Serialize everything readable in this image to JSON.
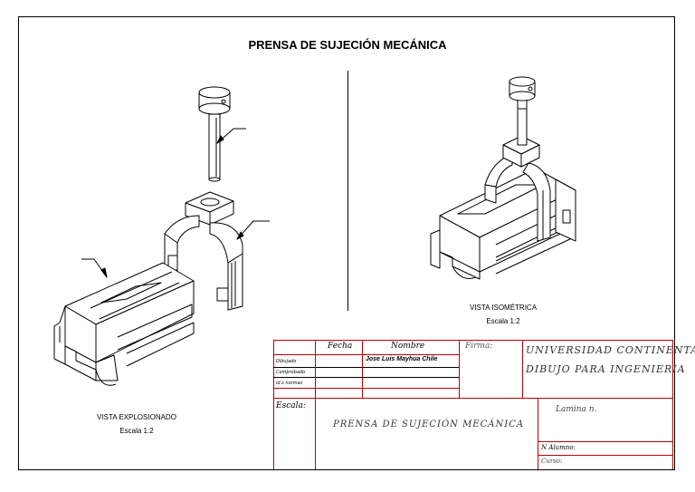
{
  "sheet": {
    "title": "PRENSA DE SUJECIÓN MECÁNICA"
  },
  "views": {
    "exploded": {
      "label": "VISTA EXPLOSIONADO",
      "scale": "Escala 1:2"
    },
    "isometric": {
      "label": "VISTA ISOMÉTRICA",
      "scale": "Escala 1:2"
    }
  },
  "title_block": {
    "col_fecha": "Fecha",
    "col_nombre": "Nombre",
    "col_firma": "Firma:",
    "row_dibujado": "Dibujado",
    "row_comprobado": "Comprobado",
    "row_normas": "id.s normas",
    "drawn_by_name": "Jose Luis Mayhua Chile",
    "university": "UNIVERSIDAD CONTINENTAL",
    "course_title": "DIBUJO PARA INGENIERIA",
    "escala_label": "Escala:",
    "drawing_name": "PRENSA DE SUJECIÓN MECÁNICA",
    "lamina_label": "Lamina n.",
    "alumno_label": "N Alumno:",
    "curso_label": "Curso:"
  },
  "colors": {
    "line": "#000000",
    "title_block_red": "#c00000"
  }
}
